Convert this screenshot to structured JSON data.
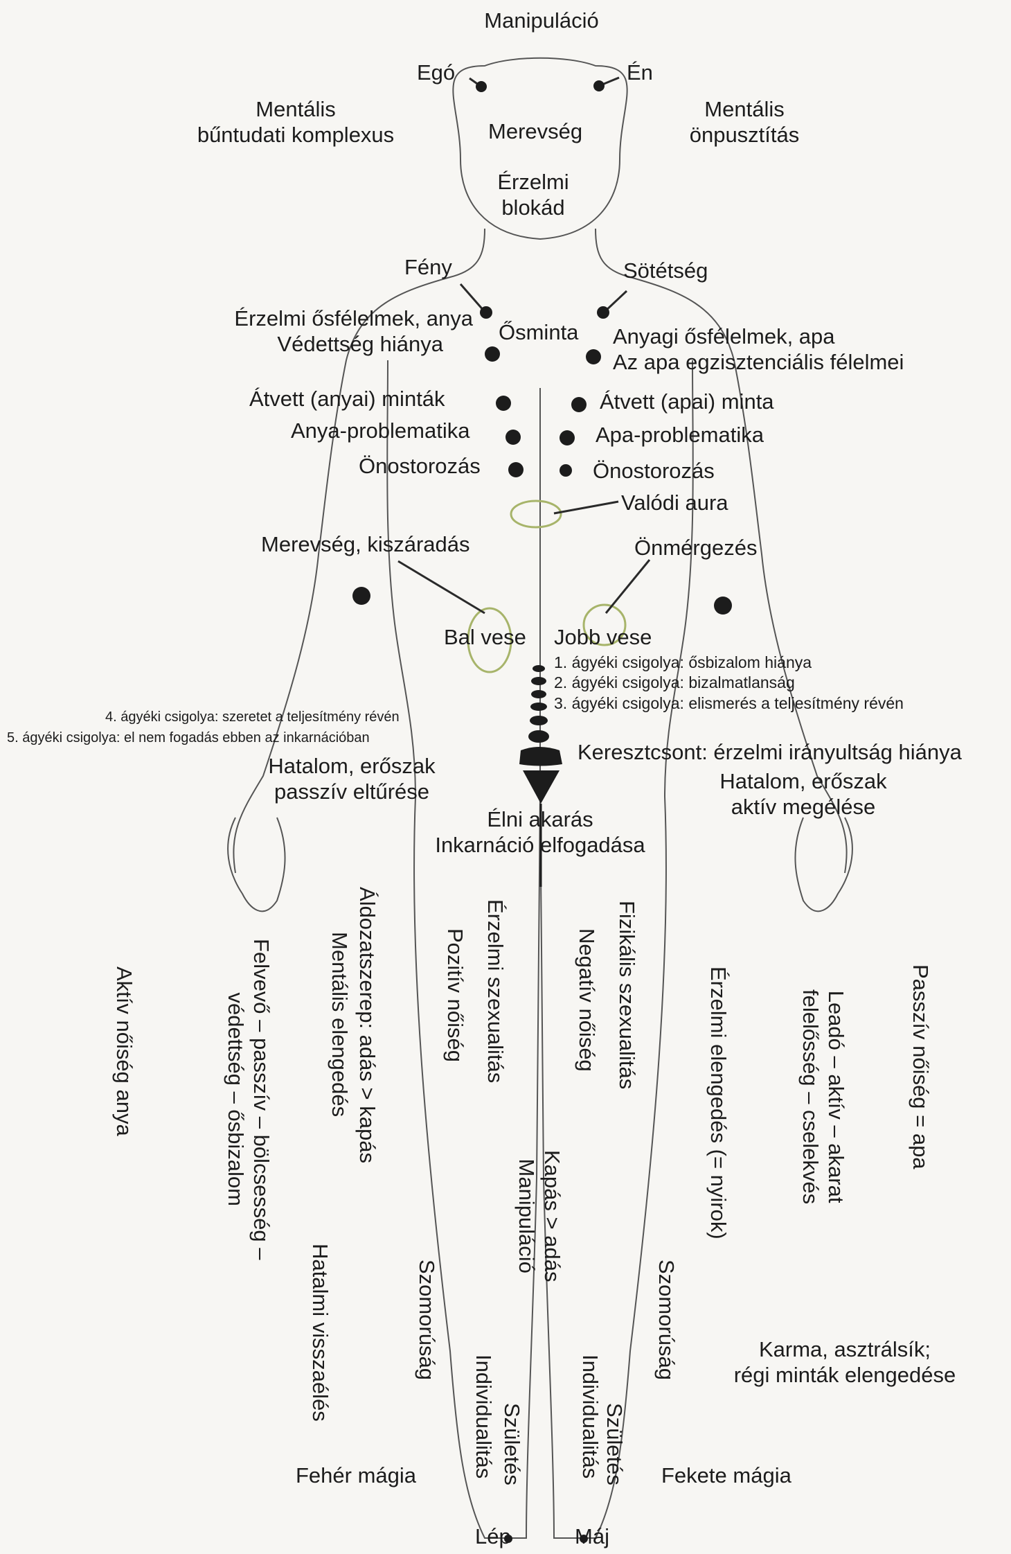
{
  "head": {
    "top": "Manipuláció",
    "left_point": "Egó",
    "right_point": "Én",
    "left_mental": [
      "Mentális",
      "bűntudati komplexus"
    ],
    "right_mental": [
      "Mentális",
      "önpusztítás"
    ],
    "center": "Merevség",
    "neck": [
      "Érzelmi",
      "blokád"
    ]
  },
  "shoulders": {
    "left": "Fény",
    "right": "Sötétség"
  },
  "chest": {
    "left_1": [
      "Érzelmi ősfélelmek, anya",
      "Védettség hiánya"
    ],
    "center": "Ősminta",
    "right_1": [
      "Anyagi ősfélelmek, apa",
      "Az apa egzisztenciális félelmei"
    ],
    "left_2": "Átvett (anyai) minták",
    "right_2": "Átvett (apai) minta",
    "left_3": "Anya-problematika",
    "right_3": "Apa-problematika",
    "left_4": "Önostorozás",
    "right_4": "Önostorozás",
    "aura": "Valódi aura"
  },
  "abdomen": {
    "left_top": "Merevség, kiszáradás",
    "right_top": "Önmérgezés",
    "left_kidney": "Bal vese",
    "right_kidney": "Jobb vese"
  },
  "spine": {
    "l1": "1. ágyéki csigolya: ősbizalom hiánya",
    "l2": "2. ágyéki csigolya: bizalmatlanság",
    "l3": "3. ágyéki csigolya: elismerés a teljesítmény révén",
    "l4": "4. ágyéki csigolya: szeretet a teljesítmény révén",
    "l5": "5. ágyéki csigolya: el nem fogadás ebben az inkarnációban",
    "sacrum": "Keresztcsont: érzelmi irányultság hiánya"
  },
  "hands": {
    "left": [
      "Hatalom, erőszak",
      "passzív eltűrése"
    ],
    "right": [
      "Hatalom, erőszak",
      "aktív megélése"
    ]
  },
  "pelvis": [
    "Élni akarás",
    "Inkarnáció elfogadása"
  ],
  "vertical_left": {
    "v1": "Aktív nőiség  anya",
    "v2": [
      "Felvevő – passzív – bölcsesség –",
      "védettség – ősbizalom"
    ],
    "v3": "Mentális elengedés",
    "v4": "Áldozatszerep: adás > kapás",
    "v5": "Hatalmi visszaélés",
    "v6": "Pozitív nőiség",
    "v7": "Érzelmi szexualitás",
    "v8": "Szomorúság",
    "v9": "Individualitás",
    "v10": "Születés"
  },
  "vertical_right": {
    "v1": "Negatív nőiség",
    "v2": "Fizikális szexualitás",
    "v3": "Érzelmi elengedés (= nyirok)",
    "v4": [
      "Leadó – aktív – akarat",
      "felelősség – cselekvés"
    ],
    "v5": "Passzív nőiség = apa",
    "v6": [
      "Kapás > adás",
      "Manipuláció"
    ],
    "v7": "Szomorúság",
    "v8": "Individualitás",
    "v9": "Születés"
  },
  "bottom": {
    "karma": [
      "Karma, asztrálsík;",
      "régi minták elengedése"
    ],
    "white_magic": "Fehér mágia",
    "black_magic": "Fekete mágia",
    "spleen": "Lép",
    "liver": "Máj"
  },
  "colors": {
    "dot": "#1c1c1c",
    "line": "#2a2a2a",
    "kidney": "#a7b46a",
    "outline": "#555555"
  }
}
